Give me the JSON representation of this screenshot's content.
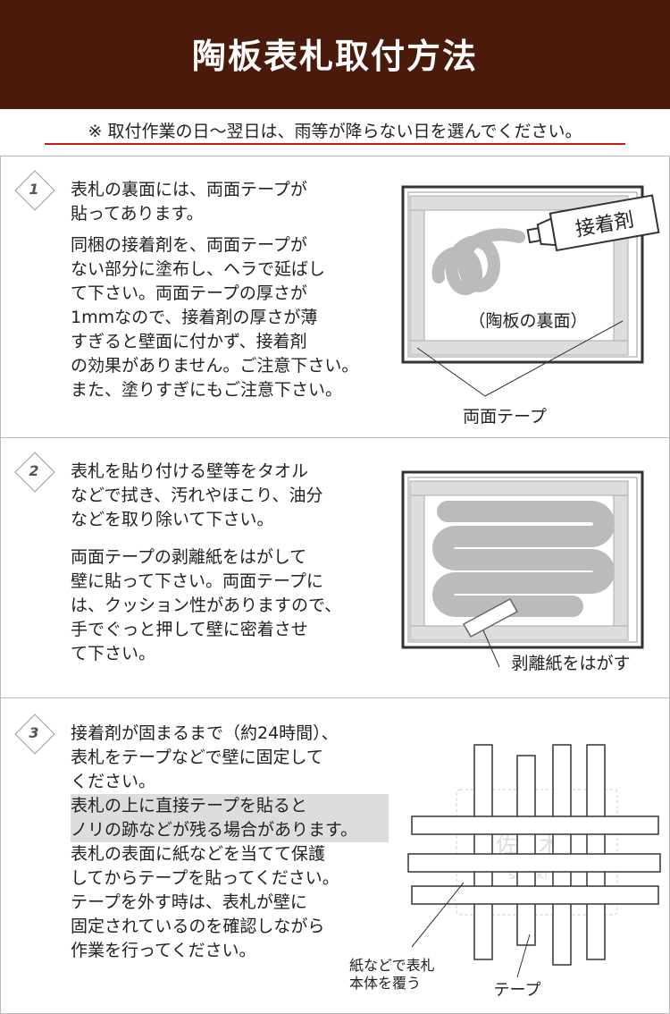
{
  "header": {
    "title": "陶板表札取付方法"
  },
  "notice": {
    "text": "※ 取付作業の日～翌日は、雨等が降らない日を選んでください。"
  },
  "steps": [
    {
      "number": "1",
      "para1": "表札の裏面には、両面テープが\n貼ってあります。",
      "para2": "同梱の接着剤を、両面テープが\nない部分に塗布し、ヘラで延ばし\nて下さい。両面テープの厚さが\n1mmなので、接着剤の厚さが薄\nすぎると壁面に付かず、接着剤\nの効果がありません。ご注意下さい。\nまた、塗りすぎにもご注意下さい。",
      "illus": {
        "adhesive_label": "接着剤",
        "back_label": "（陶板の裏面）",
        "tape_label": "両面テープ"
      }
    },
    {
      "number": "2",
      "para1": "表札を貼り付ける壁等をタオル\nなどで拭き、汚れやほこり、油分\nなどを取り除いて下さい。",
      "para2": "両面テープの剥離紙をはがして\n壁に貼って下さい。両面テープに\nは、クッション性がありますので、\n手でぐっと押して壁に密着させ\nて下さい。",
      "illus": {
        "peel_label": "剥離紙をはがす"
      }
    },
    {
      "number": "3",
      "para1": "接着剤が固まるまで（約24時間）、\n表札をテープなどで壁に固定して\nください。",
      "highlight": "表札の上に直接テープを貼ると\nノリの跡などが残る場合があります。",
      "para2": "表札の表面に紙などを当てて保護\nしてからテープを貼ってください。\nテープを外す時は、表札が壁に\n固定されているのを確認しながら\n作業を行ってください。",
      "illus": {
        "paper_label": "紙などで表札\n本体を覆う",
        "tape_label": "テープ",
        "nameplate_text": "佐々木",
        "nameplate_sub": "sasaki"
      }
    }
  ]
}
